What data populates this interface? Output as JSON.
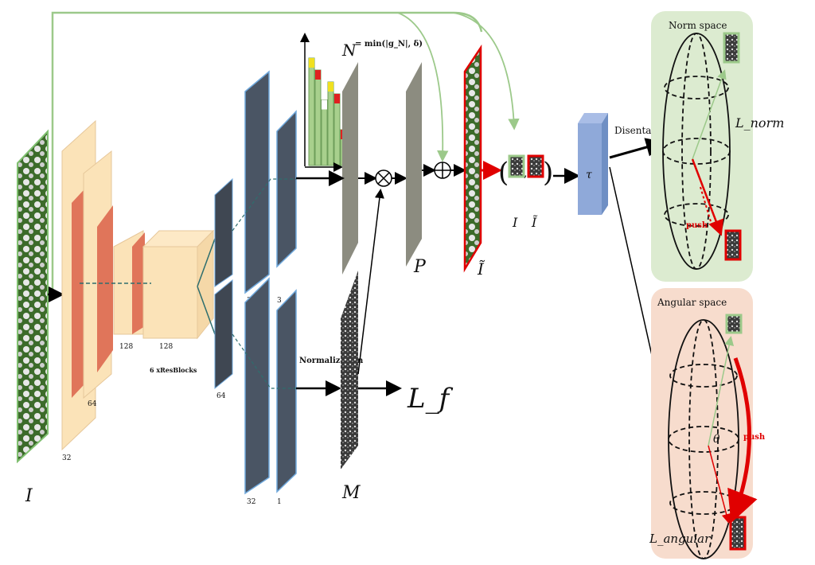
{
  "labels": {
    "input_I": "I",
    "enc_32": "32",
    "enc_64a": "64",
    "enc_128a": "128",
    "enc_128b": "128",
    "resblocks": "6 xResBlocks",
    "branch_64": "64",
    "top_32": "32",
    "top_3": "3",
    "bot_32": "32",
    "bot_1": "1",
    "N_label": "N",
    "N_formula": "= min(|g_N|, δ)",
    "P_label": "P",
    "M_label": "M",
    "normalization": "Normalization",
    "Lf": "L_f",
    "I_tilde": "Ĩ",
    "pair_I": "I",
    "pair_I_tilde": "Ĩ",
    "tau": "τ",
    "disentangle": "Disentangle",
    "norm_space": "Norm space",
    "L_norm": "L_norm",
    "push_norm": "push",
    "angular_space": "Angular space",
    "theta": "θ",
    "push_angular": "push",
    "L_angular": "L_angular"
  },
  "histogram": {
    "bars": [
      {
        "value": 0.9,
        "top_color": "#f0e020"
      },
      {
        "value": 0.8,
        "top_color": "#e02020"
      },
      {
        "value": 0.55,
        "top_color": "#ffffff"
      },
      {
        "value": 0.7,
        "top_color": "#f0e020"
      },
      {
        "value": 0.6,
        "top_color": "#e02020"
      },
      {
        "value": 0.3,
        "top_color": "#e02020"
      }
    ]
  },
  "colors": {
    "encoder_fill": "#fbe3b8",
    "encoder_red": "#e0755a",
    "conv_dark": "#4a5564",
    "conv_edge": "#6fa8dc",
    "tau_fill": "#8fa9d9",
    "norm_bg": "#dcebd0",
    "angular_bg": "#f7dccd",
    "skip_green": "#9cc98a",
    "red": "#e00000"
  }
}
